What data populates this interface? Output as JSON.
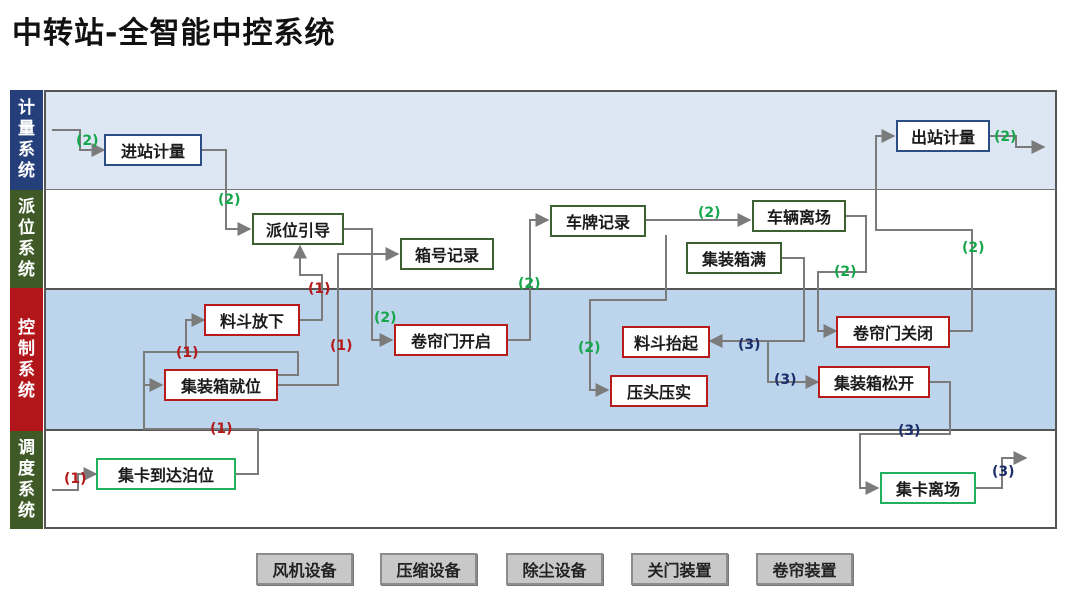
{
  "title": "中转站-全智能中控系统",
  "lanes": [
    {
      "label": "计量系统",
      "color": "#243f7a",
      "band": "#dce7f3"
    },
    {
      "label": "派位系统",
      "color": "#3f5a26",
      "band": "#ffffff"
    },
    {
      "label": "控制系统",
      "color": "#b2161b",
      "band": "#bcd5ec"
    },
    {
      "label": "调度系统",
      "color": "#3f5a26",
      "band": "#ffffff"
    }
  ],
  "nodes": {
    "jinzhan": "进站计量",
    "chuzhan": "出站计量",
    "paiwei": "派位引导",
    "xianghao": "箱号记录",
    "chepai": "车牌记录",
    "cheliang_lichang": "车辆离场",
    "jizhuangxiang_man": "集装箱满",
    "liaodou_fangxia": "料斗放下",
    "juanlianmen_kaiqi": "卷帘门开启",
    "liaodou_taiqi": "料斗抬起",
    "juanlianmen_guanbi": "卷帘门关闭",
    "jizhuangxiang_jiuwei": "集装箱就位",
    "yatou_yashi": "压头压实",
    "jizhuangxiang_songkai": "集装箱松开",
    "jika_daoda": "集卡到达泊位",
    "jika_lichang": "集卡离场"
  },
  "step_labels": {
    "two": "(2)",
    "one": "(1)",
    "three": "(3)"
  },
  "equipment_buttons": [
    "风机设备",
    "压缩设备",
    "除尘设备",
    "关门装置",
    "卷帘装置"
  ]
}
